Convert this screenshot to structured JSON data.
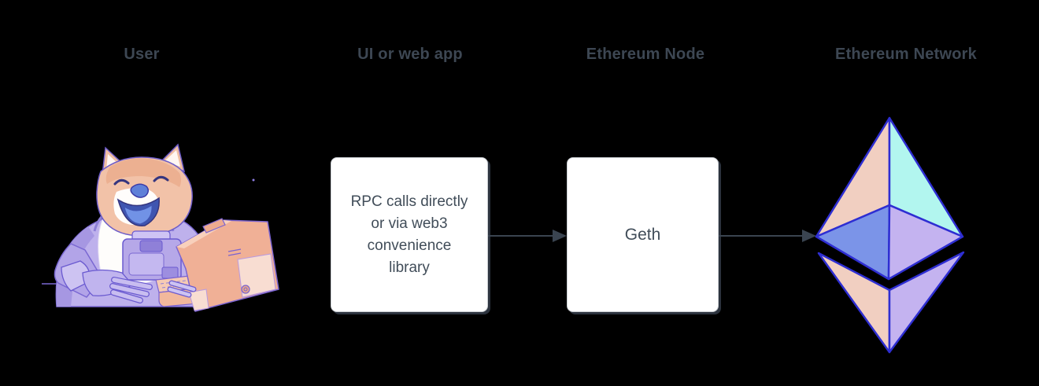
{
  "diagram": {
    "headings": {
      "user": "User",
      "ui_web_app": "UI or web app",
      "ethereum_node": "Ethereum Node",
      "ethereum_network": "Ethereum Network"
    },
    "ui_box_text": "RPC calls directly\nor via web3\nconvenience\nlibrary",
    "geth_box_text": "Geth",
    "icons": {
      "user_illustration": "doge-astronaut-typing-on-retro-computer",
      "network_icon": "ethereum-octahedron-logo"
    },
    "colors": {
      "background": "#000000",
      "heading_text": "#3d4753",
      "box_background": "#ffffff",
      "box_text": "#414d59",
      "arrow": "#3a4450",
      "eth_peach": "#f1cfc1",
      "eth_cyan": "#b2f6ef",
      "eth_blue": "#7b94e8",
      "eth_lavender": "#c4b3f0",
      "eth_outline": "#2e2ed2",
      "suit_lavender": "#beb1ec",
      "fur_tan": "#f2c2a8",
      "computer_peach": "#f0b096"
    }
  }
}
